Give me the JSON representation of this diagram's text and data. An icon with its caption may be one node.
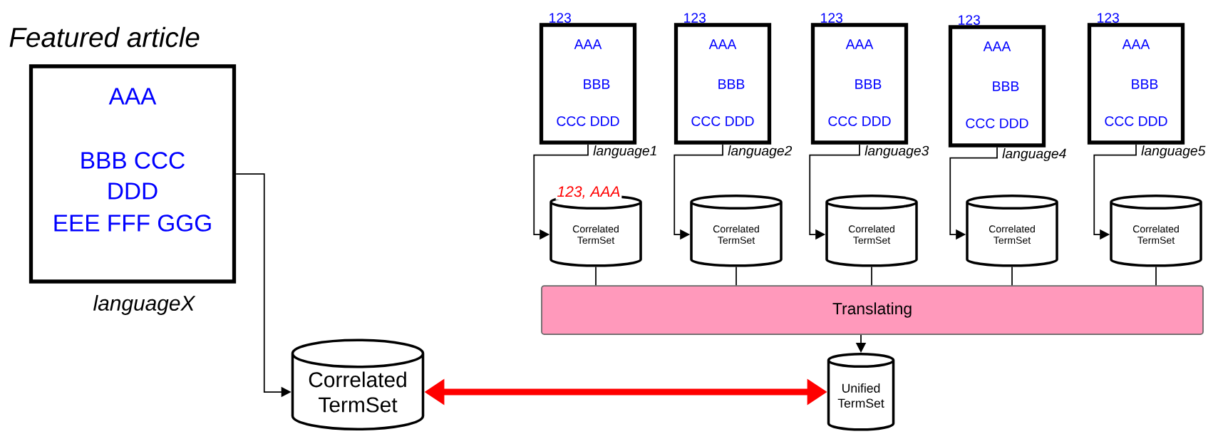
{
  "diagram": {
    "title": "Featured article",
    "nodes": [
      {
        "text": [
          "AAA",
          "BBB CCC",
          "DDD",
          "EEE FFF GGG"
        ],
        "beside": [
          "languageX"
        ]
      },
      {
        "text": [
          "123",
          "AAA",
          "BBB",
          "CCC DDD"
        ],
        "beside": [
          "language1"
        ]
      },
      {
        "text": [
          "123",
          "AAA",
          "BBB",
          "CCC DDD"
        ],
        "beside": [
          "language2"
        ]
      },
      {
        "text": [
          "123",
          "AAA",
          "BBB",
          "CCC DDD"
        ],
        "beside": [
          "language3"
        ]
      },
      {
        "text": [
          "123",
          "AAA",
          "BBB",
          "CCC DDD"
        ],
        "beside": [
          "language4"
        ]
      },
      {
        "text": [
          "123",
          "AAA",
          "BBB",
          "CCC DDD"
        ],
        "beside": [
          "language5"
        ]
      },
      {
        "text": [
          "Correlated TermSet"
        ]
      },
      {
        "text": [
          "Correlated TermSet"
        ]
      },
      {
        "text": [
          "Correlated TermSet"
        ]
      },
      {
        "text": [
          "Correlated TermSet"
        ]
      },
      {
        "text": [
          "Correlated TermSet"
        ]
      },
      {
        "text": [
          "Translating"
        ]
      },
      {
        "text": [
          "Correlated TermSet"
        ]
      },
      {
        "text": [
          "Unified TermSet"
        ]
      }
    ],
    "edges": [
      {
        "from": 0,
        "to": 12,
        "arrow": "to"
      },
      {
        "from": 1,
        "to": 6,
        "arrow": "to",
        "label": "123, AAA"
      },
      {
        "from": 2,
        "to": 7,
        "arrow": "to"
      },
      {
        "from": 3,
        "to": 8,
        "arrow": "to"
      },
      {
        "from": 4,
        "to": 9,
        "arrow": "to"
      },
      {
        "from": 5,
        "to": 10,
        "arrow": "to"
      },
      {
        "from": 6,
        "to": 11,
        "arrow": "none"
      },
      {
        "from": 7,
        "to": 11,
        "arrow": "none"
      },
      {
        "from": 8,
        "to": 11,
        "arrow": "none"
      },
      {
        "from": 9,
        "to": 11,
        "arrow": "none"
      },
      {
        "from": 10,
        "to": 11,
        "arrow": "none"
      },
      {
        "from": 11,
        "to": 13,
        "arrow": "to"
      },
      {
        "from": 12,
        "to": 13,
        "arrow": "both",
        "style": "thick",
        "color": "#ff0000"
      }
    ]
  }
}
